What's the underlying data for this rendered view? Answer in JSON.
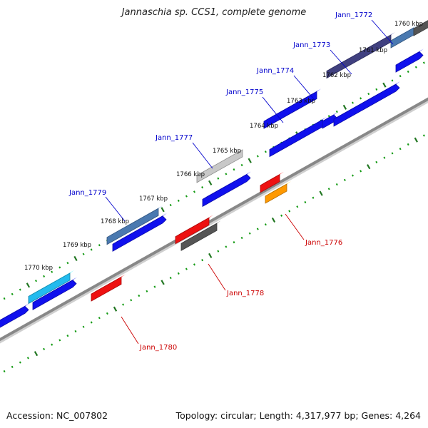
{
  "title": "Jannaschia sp. CCS1, complete genome",
  "accession": "Accession: NC_007802",
  "topology": "Topology: circular; Length: 4,317,977 bp; Genes: 4,264",
  "colors": {
    "gene_label_top": "#0000cc",
    "gene_label_bottom": "#cc0000",
    "backbone": "#888888",
    "tick_minor": "#119911",
    "tick_major": "#227722",
    "blue": "#1010ee",
    "red": "#ee1111",
    "orange": "#ff9900",
    "dark_gray": "#555555",
    "light_gray": "#c8c8c8",
    "cyan": "#22bbee",
    "steel_blue": "#4a79b0",
    "navy": "#404080"
  },
  "kbp_labels": [
    "1760 kbp",
    "1761 kbp",
    "1762 kbp",
    "1763 kbp",
    "1764 kbp",
    "1765 kbp",
    "1766 kbp",
    "1767 kbp",
    "1768 kbp",
    "1769 kbp",
    "1770 kbp"
  ],
  "gene_labels": [
    {
      "name": "Jann_1772",
      "strand": "top"
    },
    {
      "name": "Jann_1773",
      "strand": "top"
    },
    {
      "name": "Jann_1774",
      "strand": "top"
    },
    {
      "name": "Jann_1775",
      "strand": "top"
    },
    {
      "name": "Jann_1777",
      "strand": "top"
    },
    {
      "name": "Jann_1779",
      "strand": "top"
    },
    {
      "name": "Jann_1776",
      "strand": "bottom"
    },
    {
      "name": "Jann_1778",
      "strand": "bottom"
    },
    {
      "name": "Jann_1780",
      "strand": "bottom"
    }
  ]
}
